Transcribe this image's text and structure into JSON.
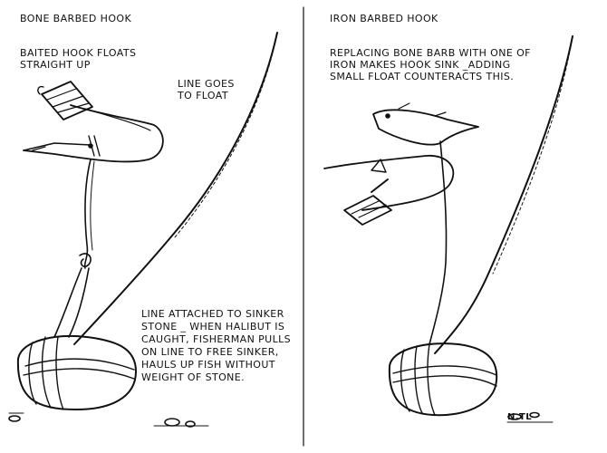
{
  "left_panel": {
    "title": "BONE BARBED HOOK",
    "float_caption": [
      "BAITED HOOK FLOATS",
      "STRAIGHT UP"
    ],
    "line_caption": [
      "LINE GOES",
      "TO FLOAT"
    ],
    "sinker_caption": [
      "LINE ATTACHED TO SINKER",
      "STONE _ WHEN HALIBUT IS",
      "CAUGHT, FISHERMAN PULLS",
      "ON LINE TO FREE SINKER,",
      "HAULS UP FISH WITHOUT",
      "WEIGHT OF STONE."
    ]
  },
  "right_panel": {
    "title": "IRON BARBED HOOK",
    "caption": [
      "REPLACING BONE BARB WITH ONE OF",
      "IRON MAKES HOOK SINK _ADDING",
      "SMALL FLOAT COUNTERACTS THIS."
    ],
    "signature": "N.TL"
  },
  "colors": {
    "ink": "#111111",
    "background": "#ffffff"
  }
}
